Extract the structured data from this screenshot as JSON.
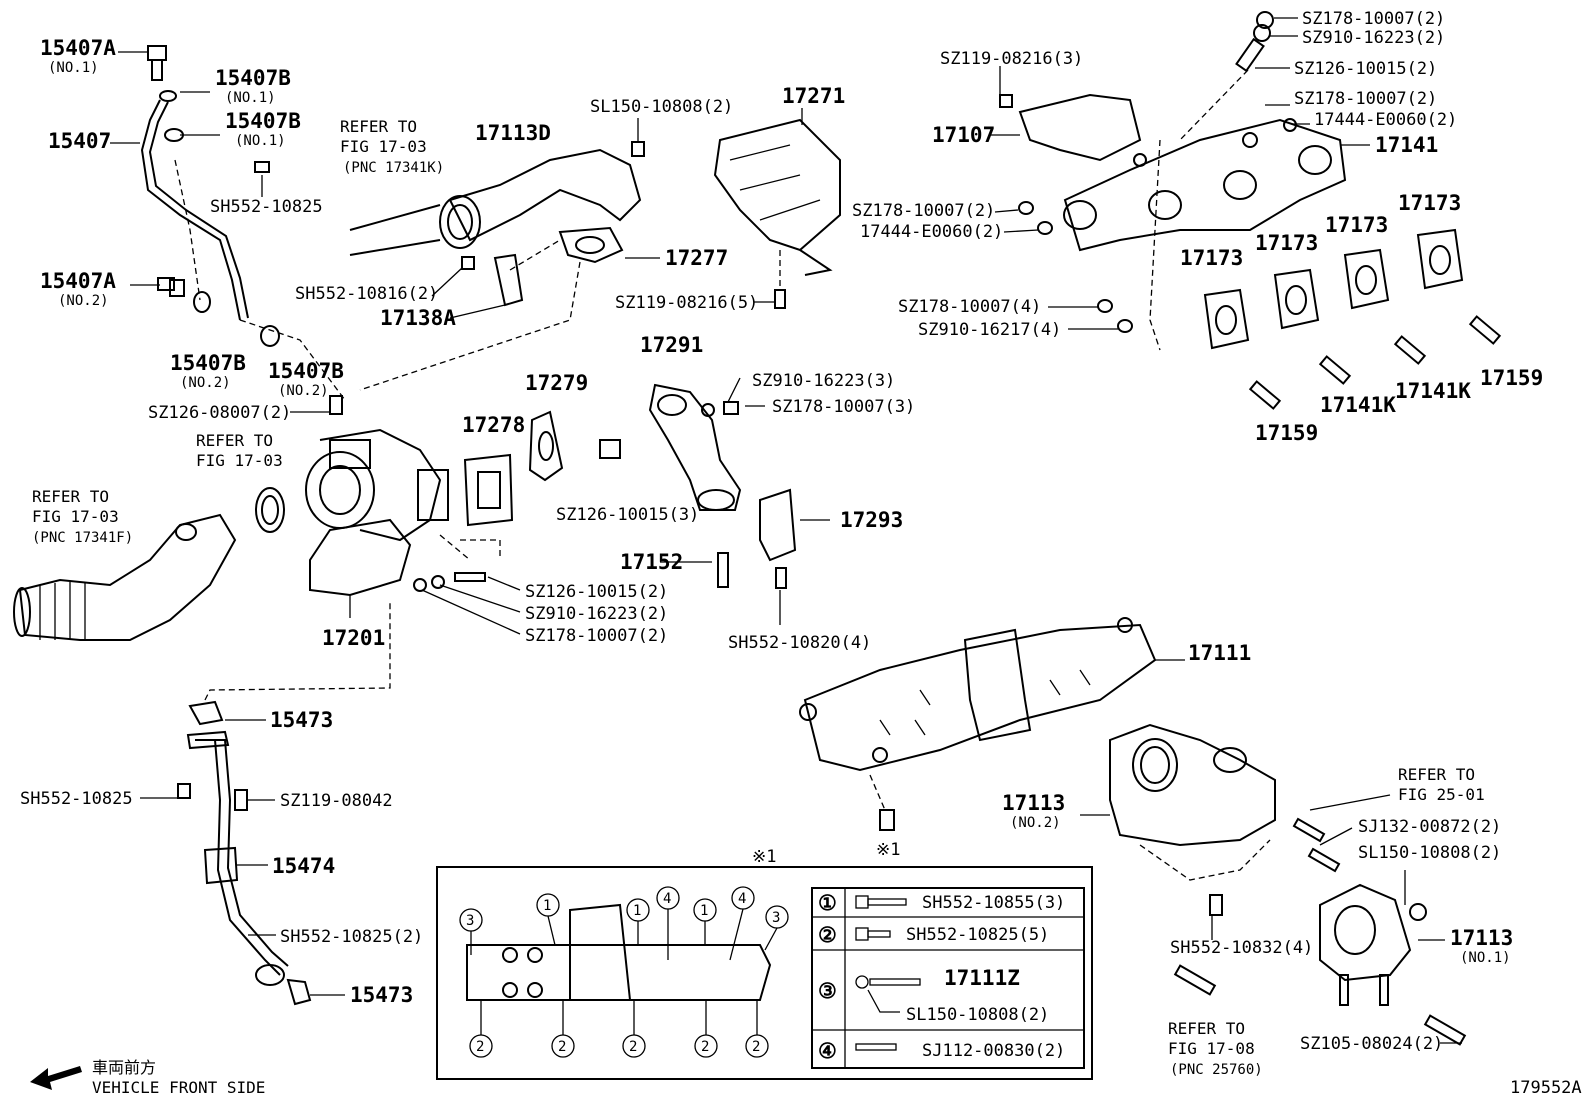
{
  "diagram_id": "179552A",
  "front_label_jp": "車両前方",
  "front_label_en": "VEHICLE FRONT SIDE",
  "note_mark": "※1",
  "refs": {
    "r1": [
      "REFER TO",
      "FIG 17-03",
      "(PNC 17341K)"
    ],
    "r2": [
      "REFER TO",
      "FIG 17-03"
    ],
    "r3": [
      "REFER TO",
      "FIG 17-03",
      "(PNC 17341F)"
    ],
    "r4": [
      "REFER TO",
      "FIG 25-01"
    ],
    "r5": [
      "REFER TO",
      "FIG 17-08",
      "(PNC 25760)"
    ]
  },
  "parts": {
    "p15407A1": "15407A",
    "p15407A1_sub": "(NO.1)",
    "p15407B1": "15407B",
    "p15407B1_sub": "(NO.1)",
    "p15407B1b": "15407B",
    "p15407B1b_sub": "(NO.1)",
    "p15407": "15407",
    "sh552_10825a": "SH552-10825",
    "p15407A2": "15407A",
    "p15407A2_sub": "(NO.2)",
    "p15407B2": "15407B",
    "p15407B2_sub": "(NO.2)",
    "p15407B2b": "15407B",
    "p15407B2b_sub": "(NO.2)",
    "sz126_08007": "SZ126-08007(2)",
    "p17113D": "17113D",
    "sh552_10816": "SH552-10816(2)",
    "p17138A": "17138A",
    "sl150_10808a": "SL150-10808(2)",
    "p17277": "17277",
    "p17271": "17271",
    "sz119_08216b": "SZ119-08216(5)",
    "p17279": "17279",
    "p17278": "17278",
    "p17291": "17291",
    "sz910_16223b": "SZ910-16223(3)",
    "sz178_10007c": "SZ178-10007(3)",
    "sz126_10015b": "SZ126-10015(3)",
    "p17293": "17293",
    "p17152": "17152",
    "sh552_10820": "SH552-10820(4)",
    "sz126_10015c": "SZ126-10015(2)",
    "sz910_16223c": "SZ910-16223(2)",
    "sz178_10007d": "SZ178-10007(2)",
    "p17201": "17201",
    "p15473a": "15473",
    "sh552_10825b": "SH552-10825",
    "sz119_08042": "SZ119-08042",
    "p15474": "15474",
    "sh552_10825c": "SH552-10825(2)",
    "p15473b": "15473",
    "sz178_10007a": "SZ178-10007(2)",
    "sz910_16223a": "SZ910-16223(2)",
    "sz119_08216a": "SZ119-08216(3)",
    "sz126_10015a": "SZ126-10015(2)",
    "sz178_10007b": "SZ178-10007(2)",
    "p17444a": "17444-E0060(2)",
    "p17107": "17107",
    "p17141": "17141",
    "sz178_10007e": "SZ178-10007(2)",
    "p17444b": "17444-E0060(2)",
    "sz178_10007f": "SZ178-10007(4)",
    "sz910_16217": "SZ910-16217(4)",
    "p17173a": "17173",
    "p17173b": "17173",
    "p17173c": "17173",
    "p17173d": "17173",
    "p17159a": "17159",
    "p17159b": "17159",
    "p17141Ka": "17141K",
    "p17141Kb": "17141K",
    "p17111": "17111",
    "p17113_2": "17113",
    "p17113_2_sub": "(NO.2)",
    "sj132_00872": "SJ132-00872(2)",
    "sl150_10808b": "SL150-10808(2)",
    "sh552_10832": "SH552-10832(4)",
    "p17113_1": "17113",
    "p17113_1_sub": "(NO.1)",
    "sz105_08024": "SZ105-08024(2)"
  },
  "legend": {
    "k1": "①",
    "k2": "②",
    "k3": "③",
    "k4": "④",
    "v1": "SH552-10855(3)",
    "v2": "SH552-10825(5)",
    "v3a": "17111Z",
    "v3b": "SL150-10808(2)",
    "v4": "SJ112-00830(2)"
  },
  "callout_nums": [
    "1",
    "2",
    "3",
    "4"
  ]
}
